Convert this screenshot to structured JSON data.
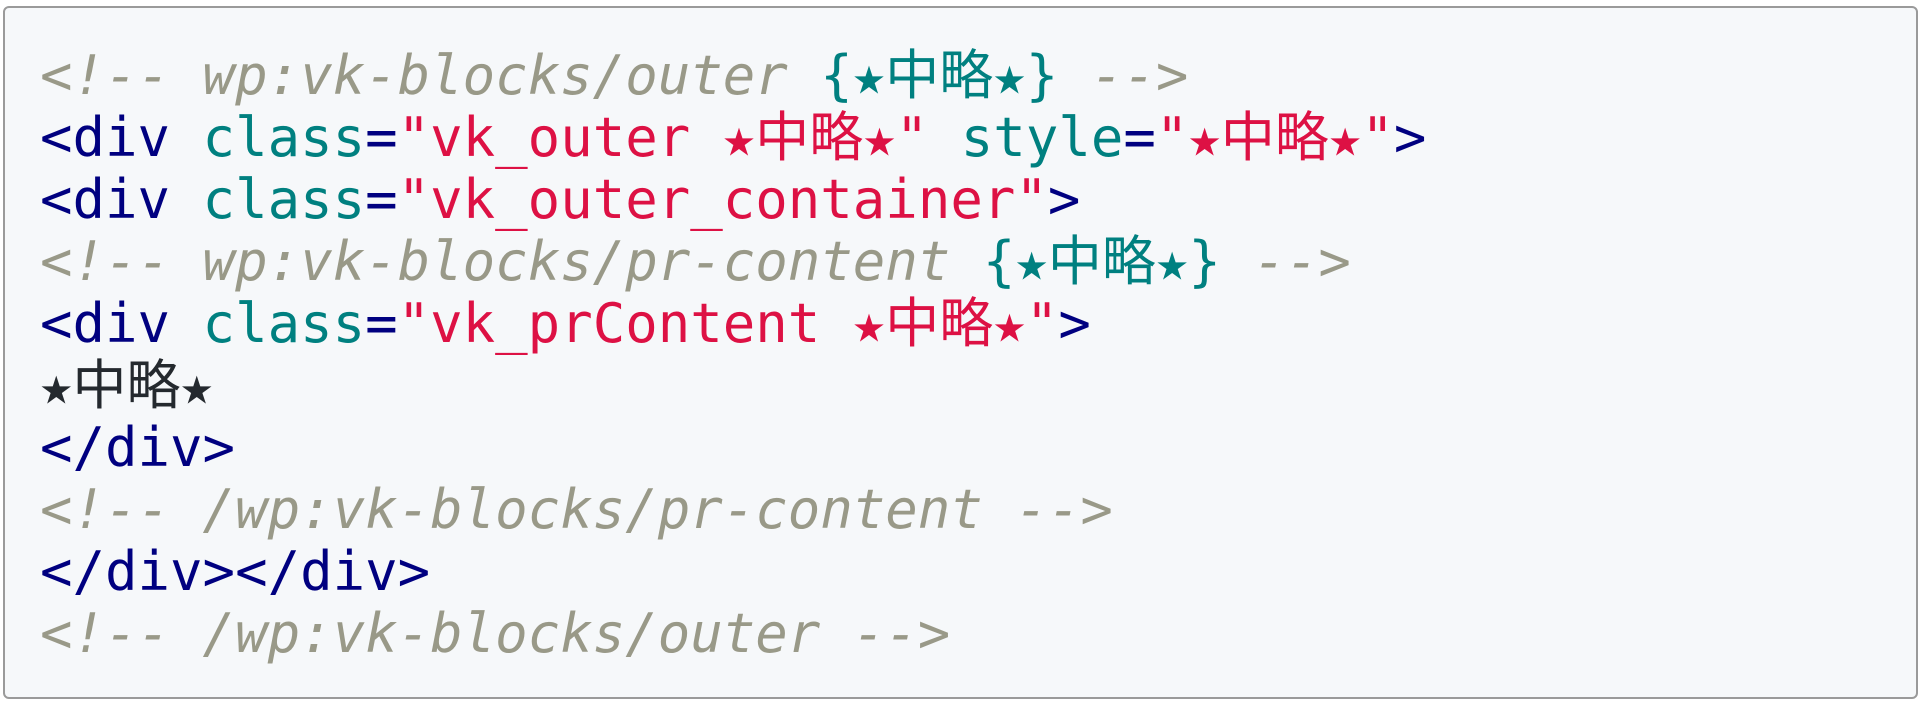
{
  "code_block": {
    "language": "html",
    "colors": {
      "background": "#f6f8fa",
      "border": "#9a9a9a",
      "comment": "#999988",
      "tag": "#000080",
      "attribute": "#008080",
      "string": "#dd1144",
      "json": "#008080",
      "text": "#24292e"
    },
    "lines": [
      {
        "comment_open": "<!-- wp:vk-blocks/outer ",
        "json": "{★中略★}",
        "comment_close": " -->"
      },
      {
        "tag_open": "<div",
        "attr1": " class",
        "eq1": "=",
        "str1": "\"vk_outer ★中略★\"",
        "attr2": " style",
        "eq2": "=",
        "str2": "\"★中略★\"",
        "tag_close": ">"
      },
      {
        "tag_open": "<div",
        "attr1": " class",
        "eq1": "=",
        "str1": "\"vk_outer_container\"",
        "tag_close": ">"
      },
      {
        "comment_open": "<!-- wp:vk-blocks/pr-content ",
        "json": "{★中略★}",
        "comment_close": " -->"
      },
      {
        "tag_open": "<div",
        "attr1": " class",
        "eq1": "=",
        "str1": "\"vk_prContent ★中略★\"",
        "tag_close": ">"
      },
      {
        "text": "★中略★"
      },
      {
        "tag": "</div>"
      },
      {
        "comment": "<!-- /wp:vk-blocks/pr-content -->"
      },
      {
        "tag": "</div></div>"
      },
      {
        "comment": "<!-- /wp:vk-blocks/outer -->"
      }
    ]
  }
}
